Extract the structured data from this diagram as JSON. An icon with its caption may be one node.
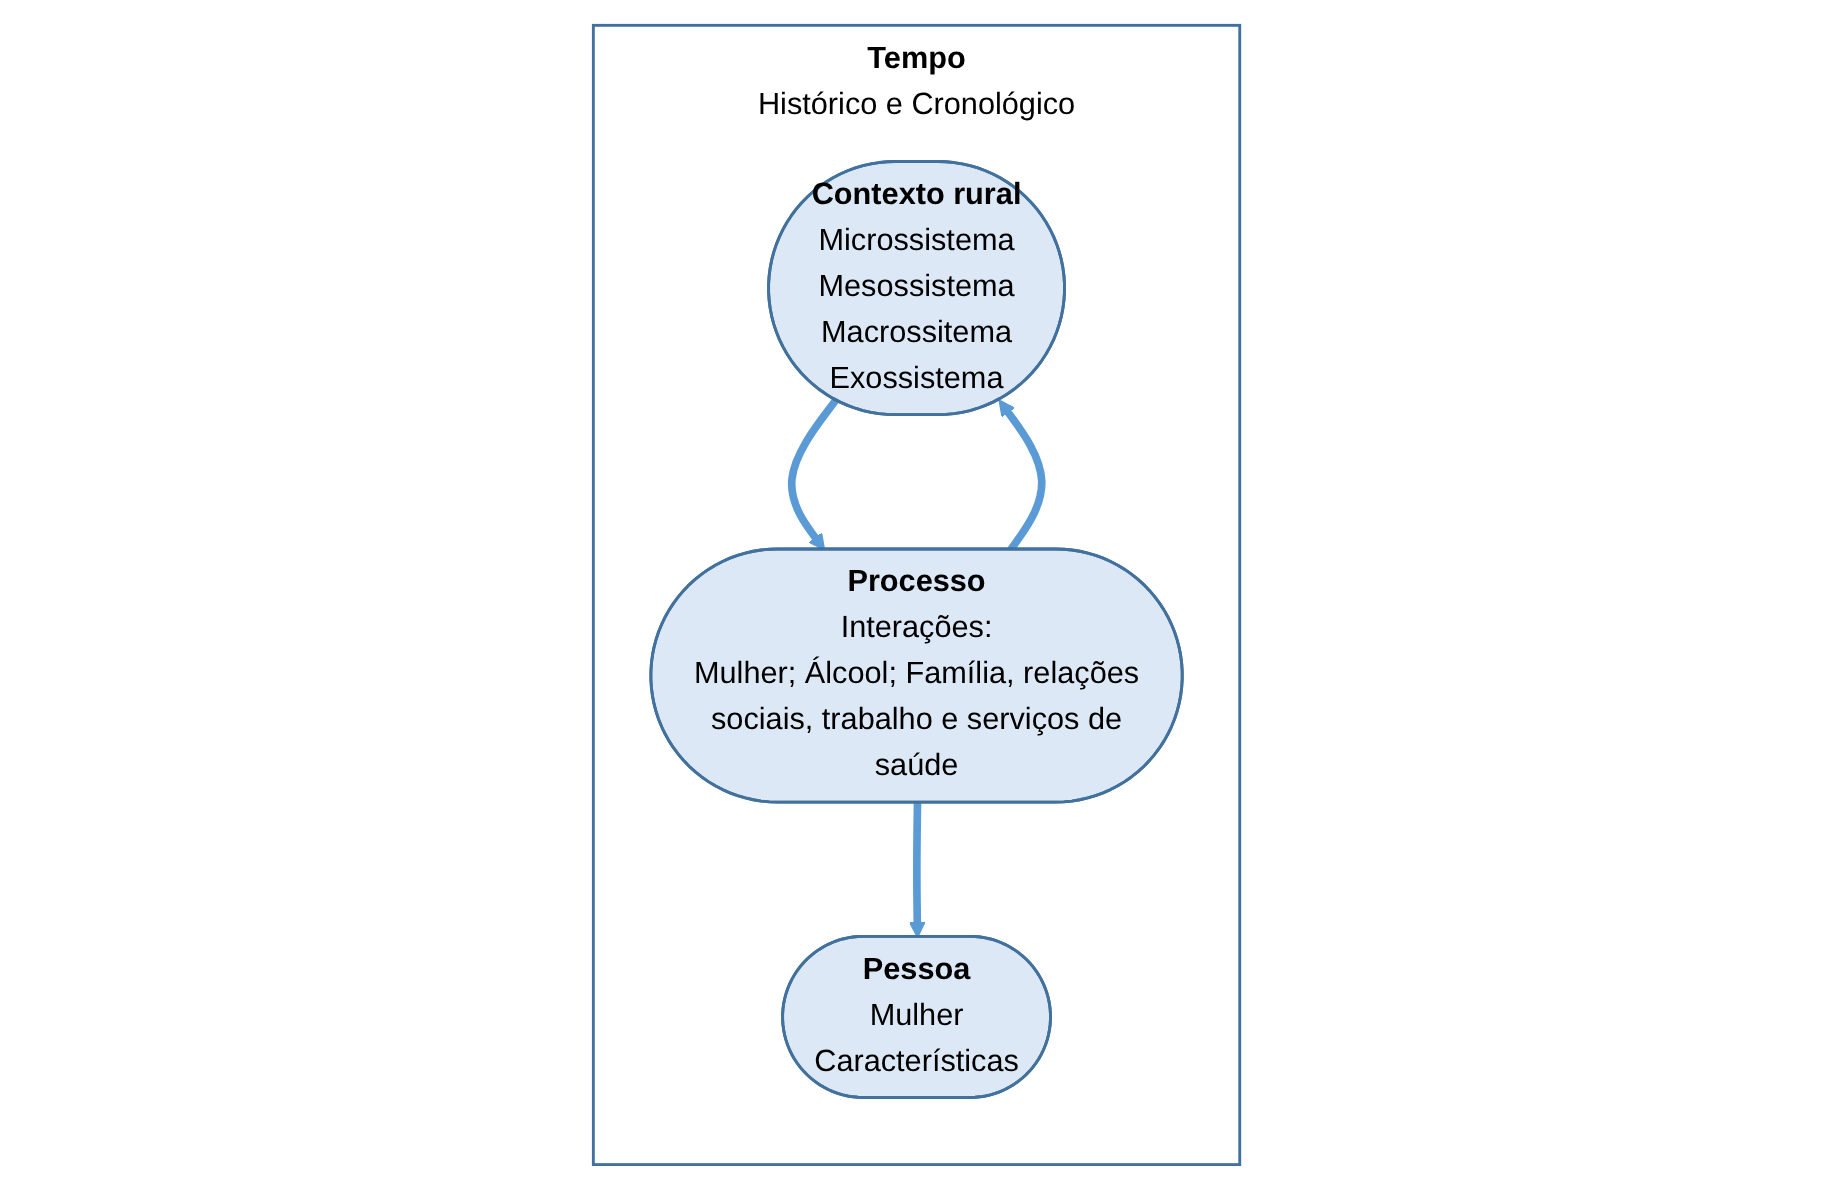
{
  "diagram": {
    "nodes": [
      {
        "text": [
          "Tempo",
          "Histórico e Cronológico"
        ]
      },
      {
        "text": [
          "Contexto rural",
          "Microssistema",
          "Mesossistema",
          "Macrossitema",
          "Exossistema"
        ],
        "in": 0
      },
      {
        "text": [
          "Processo",
          "Interações:",
          "Mulher; Álcool; Família, relações sociais, trabalho e serviços de saúde"
        ],
        "in": 0
      },
      {
        "text": [
          "Pessoa",
          "Mulher",
          "Características"
        ],
        "in": 0
      }
    ],
    "edges": [
      {
        "from": 2,
        "to": 1,
        "arrow": "to"
      },
      {
        "from": 1,
        "to": 2,
        "arrow": "to"
      },
      {
        "from": 2,
        "to": 3,
        "arrow": "to"
      }
    ]
  }
}
